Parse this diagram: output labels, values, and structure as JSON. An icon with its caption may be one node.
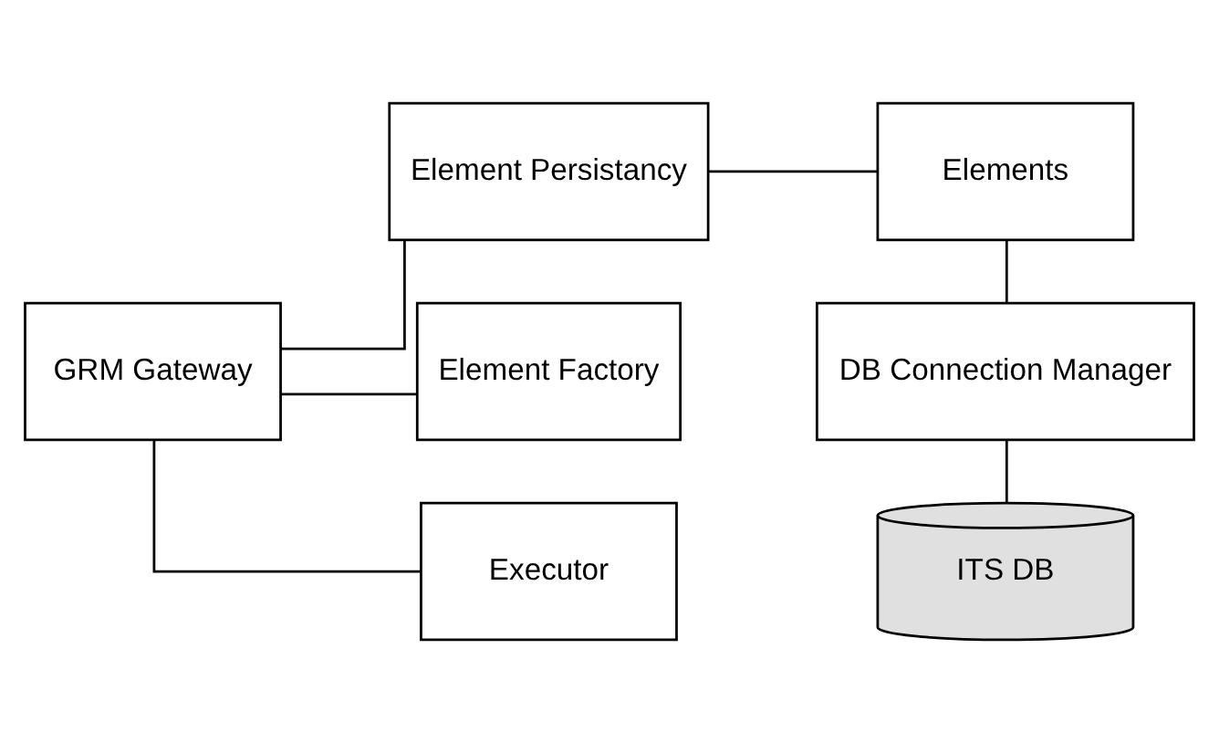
{
  "diagram": {
    "nodes": [
      {
        "text": [
          "GRM Gateway"
        ]
      },
      {
        "text": [
          "Element Persistancy"
        ]
      },
      {
        "text": [
          "Element Factory"
        ]
      },
      {
        "text": [
          "Executor"
        ]
      },
      {
        "text": [
          "Elements"
        ]
      },
      {
        "text": [
          "DB Connection Manager"
        ]
      },
      {
        "text": [
          "ITS DB"
        ]
      }
    ],
    "edges": [
      {
        "from": 0,
        "to": 1,
        "arrow": "none"
      },
      {
        "from": 0,
        "to": 2,
        "arrow": "none"
      },
      {
        "from": 0,
        "to": 3,
        "arrow": "none"
      },
      {
        "from": 1,
        "to": 4,
        "arrow": "none"
      },
      {
        "from": 4,
        "to": 5,
        "arrow": "none"
      },
      {
        "from": 5,
        "to": 6,
        "arrow": "none"
      }
    ]
  }
}
